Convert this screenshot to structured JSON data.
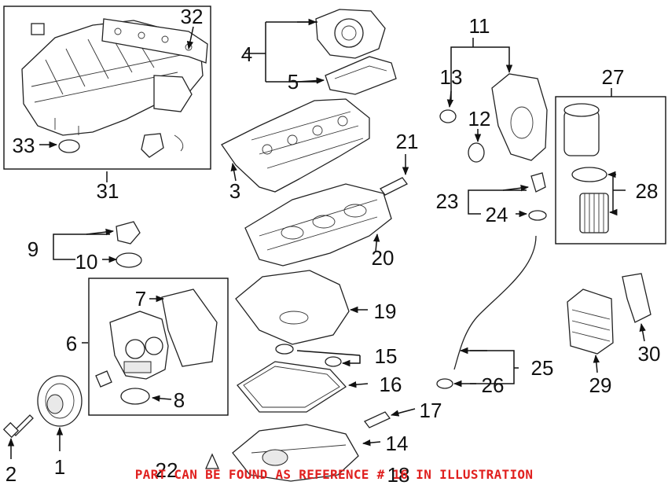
{
  "diagram": {
    "callouts": {
      "c1": "1",
      "c2": "2",
      "c3": "3",
      "c4": "4",
      "c5": "5",
      "c6": "6",
      "c7": "7",
      "c8": "8",
      "c9": "9",
      "c10": "10",
      "c11": "11",
      "c12": "12",
      "c13": "13",
      "c14": "14",
      "c15": "15",
      "c16": "16",
      "c17": "17",
      "c18": "18",
      "c19": "19",
      "c20": "20",
      "c21": "21",
      "c22": "22",
      "c23": "23",
      "c24": "24",
      "c25": "25",
      "c26": "26",
      "c27": "27",
      "c28": "28",
      "c29": "29",
      "c30": "30",
      "c31": "31",
      "c32": "32",
      "c33": "33"
    },
    "footnote": "PART CAN BE FOUND AS REFERENCE # 16 IN ILLUSTRATION",
    "colors": {
      "footnote": "#e0201f",
      "lines": "#111111"
    }
  }
}
